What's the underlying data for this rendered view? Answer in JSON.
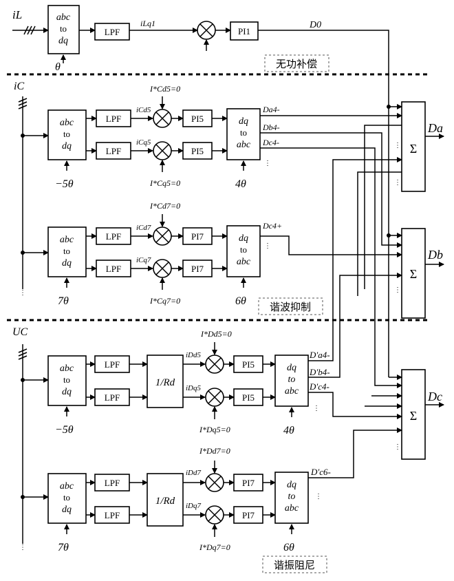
{
  "labels": {
    "in_iL": "iL",
    "in_iC": "iC",
    "in_UC": "UC",
    "abc_to_dq": [
      "abc",
      "to",
      "dq"
    ],
    "dq_to_abc": [
      "dq",
      "to",
      "abc"
    ],
    "lpf": "LPF",
    "rd": "1/Rd",
    "sigma": "Σ",
    "theta": "θ",
    "m5theta": "−5θ",
    "p7theta": "7θ",
    "p4theta": "4θ",
    "p6theta": "6θ",
    "iLq1": "iLq1",
    "pi1": "PI1",
    "D0": "D0",
    "region1": "无功补偿",
    "region2": "谐波抑制",
    "region3": "谐振阻尼",
    "iCd5ref": "I*Cd5=0",
    "iCq5ref": "I*Cq5=0",
    "iCd7ref": "I*Cd7=0",
    "iCq7ref": "I*Cq7=0",
    "iCd5": "iCd5",
    "iCq5": "iCq5",
    "iCd7": "iCd7",
    "iCq7": "iCq7",
    "pi5": "PI5",
    "pi7": "PI7",
    "Da4": "Da4-",
    "Db4": "Db4-",
    "Dc4": "Dc4-",
    "Dc4p": "Dc4+",
    "Da": "Da",
    "Db": "Db",
    "Dc": "Dc",
    "iDd5ref": "I*Dd5=0",
    "iDq5ref": "I*Dq5=0",
    "iDd7ref": "I*Dd7=0",
    "iDq7ref": "I*Dq7=0",
    "iDd5": "iDd5",
    "iDq5": "iDq5",
    "iDd7": "iDd7",
    "iDq7": "iDq7",
    "Dpa4": "D′a4-",
    "Dpb4": "D′b4-",
    "Dpc4": "D′c4-",
    "Dpc6": "D′c6-"
  }
}
